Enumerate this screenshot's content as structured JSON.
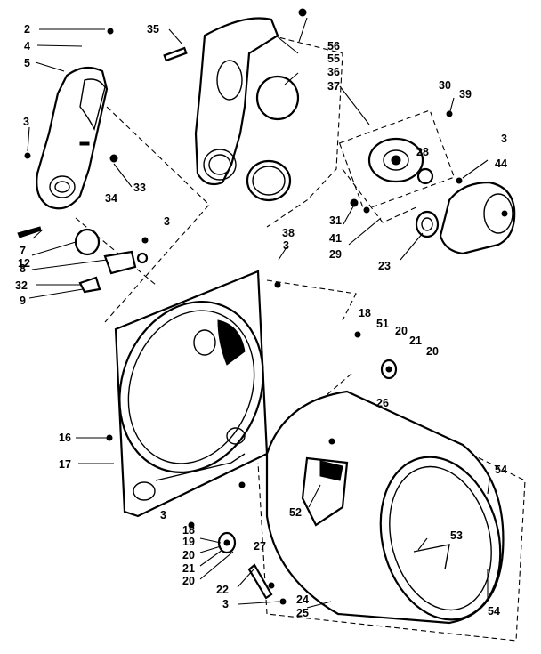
{
  "diagram": {
    "callouts": [
      {
        "id": "c2",
        "text": "2"
      },
      {
        "id": "c4",
        "text": "4"
      },
      {
        "id": "c5",
        "text": "5"
      },
      {
        "id": "c35a",
        "text": "35"
      },
      {
        "id": "c56",
        "text": "56"
      },
      {
        "id": "c55",
        "text": "55"
      },
      {
        "id": "c36",
        "text": "36"
      },
      {
        "id": "c37",
        "text": "37"
      },
      {
        "id": "c30",
        "text": "30"
      },
      {
        "id": "c39",
        "text": "39"
      },
      {
        "id": "c3a",
        "text": "3"
      },
      {
        "id": "c33",
        "text": "33"
      },
      {
        "id": "c34",
        "text": "34"
      },
      {
        "id": "c28",
        "text": "28"
      },
      {
        "id": "c3b",
        "text": "3"
      },
      {
        "id": "c44",
        "text": "44"
      },
      {
        "id": "c3c",
        "text": "3"
      },
      {
        "id": "c12",
        "text": "12"
      },
      {
        "id": "c7",
        "text": "7"
      },
      {
        "id": "c8",
        "text": "8"
      },
      {
        "id": "c32",
        "text": "32"
      },
      {
        "id": "c9",
        "text": "9"
      },
      {
        "id": "c31",
        "text": "31"
      },
      {
        "id": "c41",
        "text": "41"
      },
      {
        "id": "c29",
        "text": "29"
      },
      {
        "id": "c23",
        "text": "23"
      },
      {
        "id": "c38",
        "text": "38"
      },
      {
        "id": "c3d",
        "text": "3"
      },
      {
        "id": "c18a",
        "text": "18"
      },
      {
        "id": "c51",
        "text": "51"
      },
      {
        "id": "c20a",
        "text": "20"
      },
      {
        "id": "c21a",
        "text": "21"
      },
      {
        "id": "c20b",
        "text": "20"
      },
      {
        "id": "c26",
        "text": "26"
      },
      {
        "id": "c16",
        "text": "16"
      },
      {
        "id": "c17",
        "text": "17"
      },
      {
        "id": "c54a",
        "text": "54"
      },
      {
        "id": "c52",
        "text": "52"
      },
      {
        "id": "c3e",
        "text": "3"
      },
      {
        "id": "c18b",
        "text": "18"
      },
      {
        "id": "c19",
        "text": "19"
      },
      {
        "id": "c20c",
        "text": "20"
      },
      {
        "id": "c21b",
        "text": "21"
      },
      {
        "id": "c20d",
        "text": "20"
      },
      {
        "id": "c27",
        "text": "27"
      },
      {
        "id": "c53",
        "text": "53"
      },
      {
        "id": "c22",
        "text": "22"
      },
      {
        "id": "c24",
        "text": "24"
      },
      {
        "id": "c3f",
        "text": "3"
      },
      {
        "id": "c25",
        "text": "25"
      },
      {
        "id": "c54b",
        "text": "54"
      }
    ]
  }
}
